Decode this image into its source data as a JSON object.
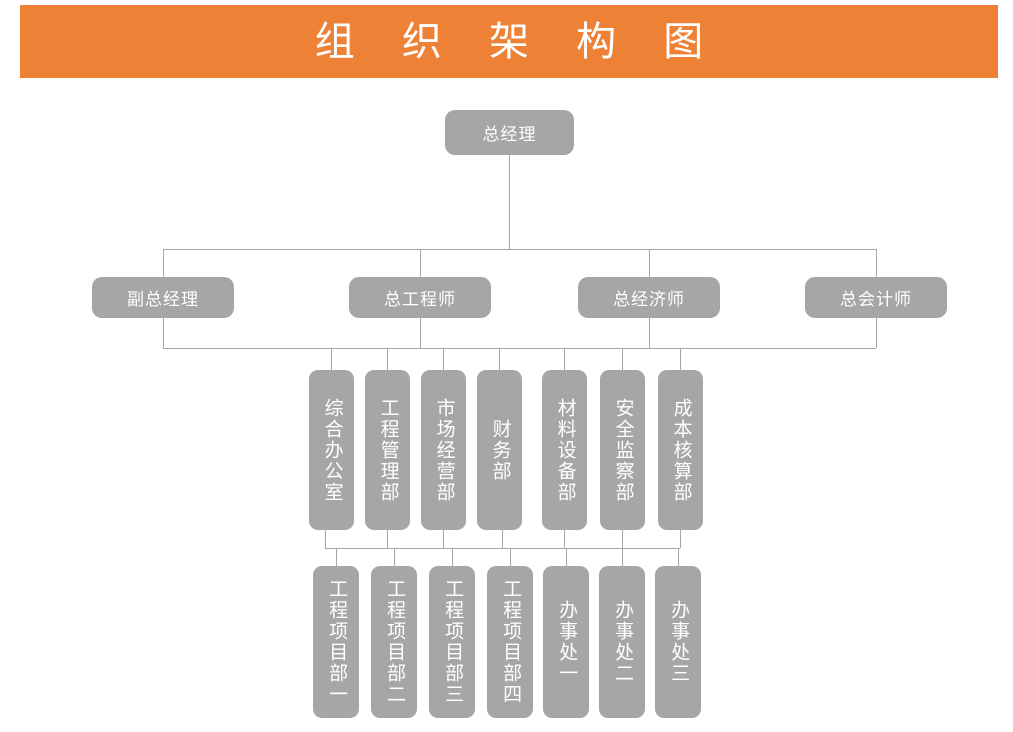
{
  "title": {
    "text": "组 织 架 构 图",
    "plain": "组织架构图",
    "banner_color": "#ED8136",
    "text_color": "#FFFFFF"
  },
  "theme": {
    "node_color": "#A6A6A6",
    "node_text_color": "#FFFFFF",
    "connector_color": "#A6A6A6",
    "background": "#FFFFFF"
  },
  "levels": {
    "level1": [
      {
        "id": "gm",
        "label": "总经理",
        "orientation": "horizontal"
      }
    ],
    "level2": [
      {
        "id": "deputy-gm",
        "label": "副总经理",
        "orientation": "horizontal"
      },
      {
        "id": "chief-engineer",
        "label": "总工程师",
        "orientation": "horizontal"
      },
      {
        "id": "chief-economist",
        "label": "总经济师",
        "orientation": "horizontal"
      },
      {
        "id": "chief-accountant",
        "label": "总会计师",
        "orientation": "horizontal"
      }
    ],
    "level3": [
      {
        "id": "general-office",
        "label": "综合办公室",
        "orientation": "vertical"
      },
      {
        "id": "engineering-management-dept",
        "label": "工程管理部",
        "orientation": "vertical"
      },
      {
        "id": "market-operations-dept",
        "label": "市场经营部",
        "orientation": "vertical"
      },
      {
        "id": "finance-dept",
        "label": "财务部",
        "orientation": "vertical"
      },
      {
        "id": "materials-equipment-dept",
        "label": "材料设备部",
        "orientation": "vertical"
      },
      {
        "id": "safety-supervision-dept",
        "label": "安全监察部",
        "orientation": "vertical"
      },
      {
        "id": "cost-accounting-dept",
        "label": "成本核算部",
        "orientation": "vertical"
      }
    ],
    "level4": [
      {
        "id": "project-dept-1",
        "label": "工程项目部一",
        "orientation": "vertical"
      },
      {
        "id": "project-dept-2",
        "label": "工程项目部二",
        "orientation": "vertical"
      },
      {
        "id": "project-dept-3",
        "label": "工程项目部三",
        "orientation": "vertical"
      },
      {
        "id": "project-dept-4",
        "label": "工程项目部四",
        "orientation": "vertical"
      },
      {
        "id": "branch-office-1",
        "label": "办事处一",
        "orientation": "vertical"
      },
      {
        "id": "branch-office-2",
        "label": "办事处二",
        "orientation": "vertical"
      },
      {
        "id": "branch-office-3",
        "label": "办事处三",
        "orientation": "vertical"
      }
    ]
  }
}
